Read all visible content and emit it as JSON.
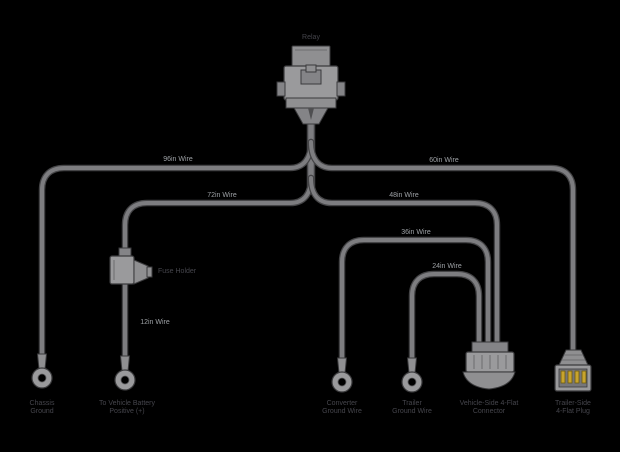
{
  "colors": {
    "background": "#000000",
    "wire_core": "#7d7d80",
    "wire_edge": "#454547",
    "component_fill": "#9a9a9c",
    "component_stroke": "#3a3a3c",
    "label_dark": "#45454c",
    "label_light": "#9da1a5",
    "pin_yellow": "#c8a42d"
  },
  "relay": {
    "label": "Relay"
  },
  "fuse_holder": {
    "label": "Fuse Holder"
  },
  "wire_segments": {
    "outer_left": "96in Wire",
    "inner_left": "72in Wire",
    "outer_right": "60in Wire",
    "inner_right": "48in Wire",
    "branch_mid": "36in Wire",
    "branch_inner": "24in Wire",
    "power_lead": "12in Wire"
  },
  "endpoints": {
    "chassis_ground": {
      "line1": "Chassis",
      "line2": "Ground"
    },
    "battery_positive": {
      "line1": "To Vehicle Battery",
      "line2": "Positive (+)"
    },
    "converter_ground": {
      "line1": "Converter",
      "line2": "Ground Wire"
    },
    "trailer_ground": {
      "line1": "Trailer",
      "line2": "Ground Wire"
    },
    "four_flat_connector": {
      "line1": "Vehicle-Side 4-Flat",
      "line2": "Connector"
    },
    "trailer_plug": {
      "line1": "Trailer-Side",
      "line2": "4-Flat Plug"
    }
  }
}
